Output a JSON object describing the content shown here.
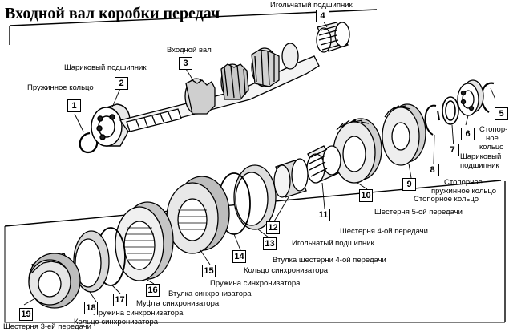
{
  "title": "Входной вал коробки передач",
  "parts": [
    {
      "number": "1",
      "label": "Пружинное кольцо"
    },
    {
      "number": "2",
      "label": "Шариковый подшипник"
    },
    {
      "number": "3",
      "label": "Входной вал"
    },
    {
      "number": "4",
      "label": "Игольчатый подшипник"
    },
    {
      "number": "5",
      "label": "Стопорное кольцо"
    },
    {
      "number": "6",
      "label": "Шариковый подшипник"
    },
    {
      "number": "7",
      "label": "Стопорное пружинное кольцо"
    },
    {
      "number": "8",
      "label": "Стопорное кольцо"
    },
    {
      "number": "9",
      "label": "Шестерня 5-ой передачи"
    },
    {
      "number": "10",
      "label": "Шестерня 4-ой передачи"
    },
    {
      "number": "11",
      "label": "Игольчатый подшипник"
    },
    {
      "number": "12",
      "label": "Втулка шестерни 4-ой передачи"
    },
    {
      "number": "13",
      "label": "Кольцо синхронизатора"
    },
    {
      "number": "14",
      "label": "Пружина синхронизатора"
    },
    {
      "number": "15",
      "label": "Втулка синхронизатора"
    },
    {
      "number": "16",
      "label": "Муфта синхронизатора"
    },
    {
      "number": "17",
      "label": "Пружина синхронизатора"
    },
    {
      "number": "18",
      "label": "Кольцо синхронизатора"
    },
    {
      "number": "19",
      "label": "Шестерня 3-ей передачи"
    }
  ],
  "extra_text": {
    "part5_line1": "Стопор-",
    "part5_line2": "ное",
    "part5_line3": "кольцо",
    "part6_line1": "Шариковый",
    "part6_line2": "подшипник",
    "part7_line1": "Стопорное",
    "part7_line2": "пружинное кольцо"
  }
}
